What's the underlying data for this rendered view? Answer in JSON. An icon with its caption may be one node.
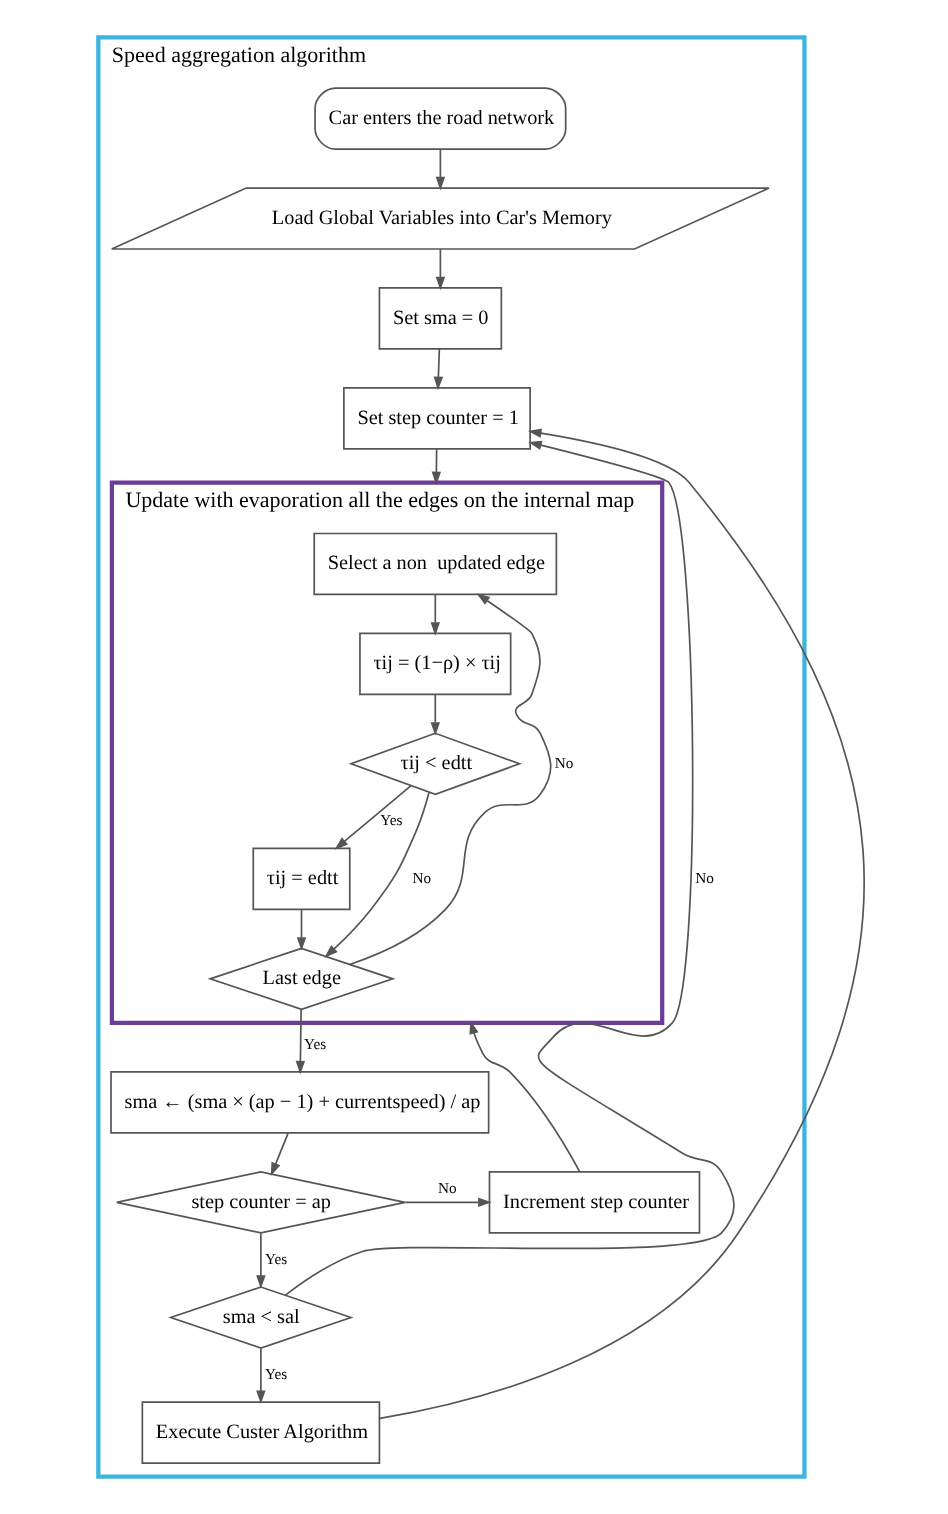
{
  "diagram": {
    "nodes": [
      {
        "text": [
          "Speed aggregation algorithm"
        ]
      },
      {
        "text": [
          "Car enters the road network"
        ],
        "in": 0
      },
      {
        "text": [
          "Load Global Variables into Car's Memory"
        ],
        "in": 0
      },
      {
        "text": [
          "Set sma = 0"
        ],
        "in": 0
      },
      {
        "text": [
          "Set step counter = 1"
        ],
        "in": 0
      },
      {
        "text": [
          "Update with evaporation all the edges on the internal map"
        ],
        "in": 0
      },
      {
        "text": [
          "Select a non  updated edge"
        ],
        "in": 5
      },
      {
        "text": [
          "τij = (1−ρ) × τij"
        ],
        "in": 5
      },
      {
        "text": [
          "τij < edtt"
        ],
        "in": 5
      },
      {
        "text": [
          "τij = edtt"
        ],
        "in": 5
      },
      {
        "text": [
          "Last edge"
        ],
        "in": 5
      },
      {
        "text": [
          "sma ← (sma × (ap − 1) + currentspeed) / ap"
        ],
        "in": 0
      },
      {
        "text": [
          "step counter = ap"
        ],
        "in": 0
      },
      {
        "text": [
          "Increment step counter"
        ],
        "in": 0
      },
      {
        "text": [
          "sma < sal"
        ],
        "in": 0
      },
      {
        "text": [
          "Execute Custer Algorithm"
        ],
        "in": 0
      }
    ],
    "edges": [
      {
        "from": 1,
        "to": 2,
        "arrow": "to"
      },
      {
        "from": 2,
        "to": 3,
        "arrow": "to"
      },
      {
        "from": 3,
        "to": 4,
        "arrow": "to"
      },
      {
        "from": 4,
        "to": 5,
        "arrow": "to"
      },
      {
        "from": 13,
        "to": 5,
        "arrow": "to"
      },
      {
        "from": 6,
        "to": 7,
        "arrow": "to"
      },
      {
        "from": 7,
        "to": 8,
        "arrow": "to"
      },
      {
        "from": 8,
        "to": 9,
        "label": "Yes",
        "arrow": "to"
      },
      {
        "from": 8,
        "to": 10,
        "label": "No",
        "arrow": "to"
      },
      {
        "from": 9,
        "to": 10,
        "arrow": "to"
      },
      {
        "from": 10,
        "to": 6,
        "label": "No",
        "arrow": "to"
      },
      {
        "from": 10,
        "to": 11,
        "label": "Yes",
        "arrow": "to"
      },
      {
        "from": 11,
        "to": 12,
        "arrow": "to"
      },
      {
        "from": 12,
        "to": 13,
        "label": "No",
        "arrow": "to"
      },
      {
        "from": 12,
        "to": 14,
        "label": "Yes",
        "arrow": "to"
      },
      {
        "from": 14,
        "to": 4,
        "label": "No",
        "arrow": "to"
      },
      {
        "from": 14,
        "to": 15,
        "label": "Yes",
        "arrow": "to"
      },
      {
        "from": 15,
        "to": 4,
        "arrow": "to"
      }
    ]
  }
}
